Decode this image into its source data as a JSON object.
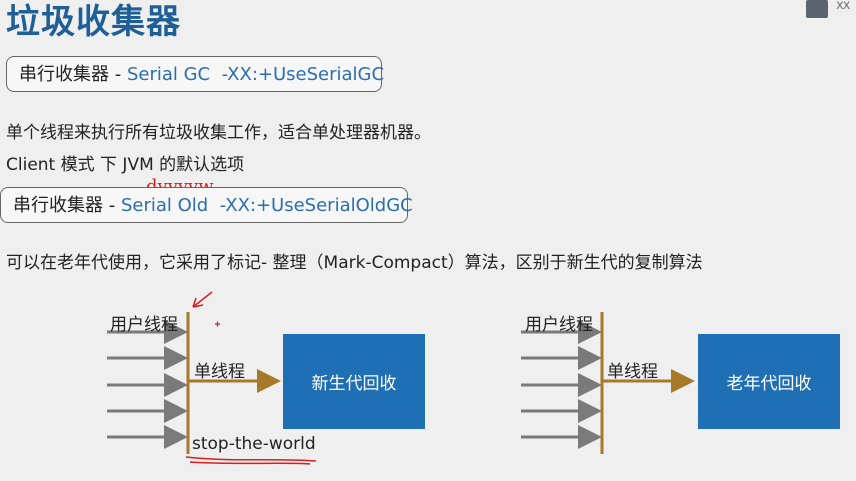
{
  "title": "垃圾收集器",
  "top_right_text": "xx",
  "box1": {
    "prefix": "串行收集器 - ",
    "name": "Serial GC",
    "flag": "  -XX:+UseSerialGC"
  },
  "line1": "单个线程来执行所有垃圾收集工作，适合单处理器机器。",
  "line2": "Client 模式 下 JVM 的默认选项",
  "handwritten": "dvvvvw",
  "box2": {
    "prefix": "串行收集器 - ",
    "name": "Serial Old",
    "flag": "  -XX:+UseSerialOldGC"
  },
  "line3": "可以在老年代使用，它采用了标记- 整理（Mark-Compact）算法，区别于新生代的复制算法",
  "diagram_left": {
    "user_threads": "用户线程",
    "single_thread": "单线程",
    "box": "新生代回收",
    "stw": "stop-the-world"
  },
  "diagram_right": {
    "user_threads": "用户线程",
    "single_thread": "单线程",
    "box": "老年代回收"
  },
  "colors": {
    "title": "#1f5f97",
    "accent": "#2a6db0",
    "box": "#1f6fb5",
    "thread_line": "#a77a2a",
    "arrow": "#7a7a7a",
    "annotation": "#d81e1e"
  }
}
